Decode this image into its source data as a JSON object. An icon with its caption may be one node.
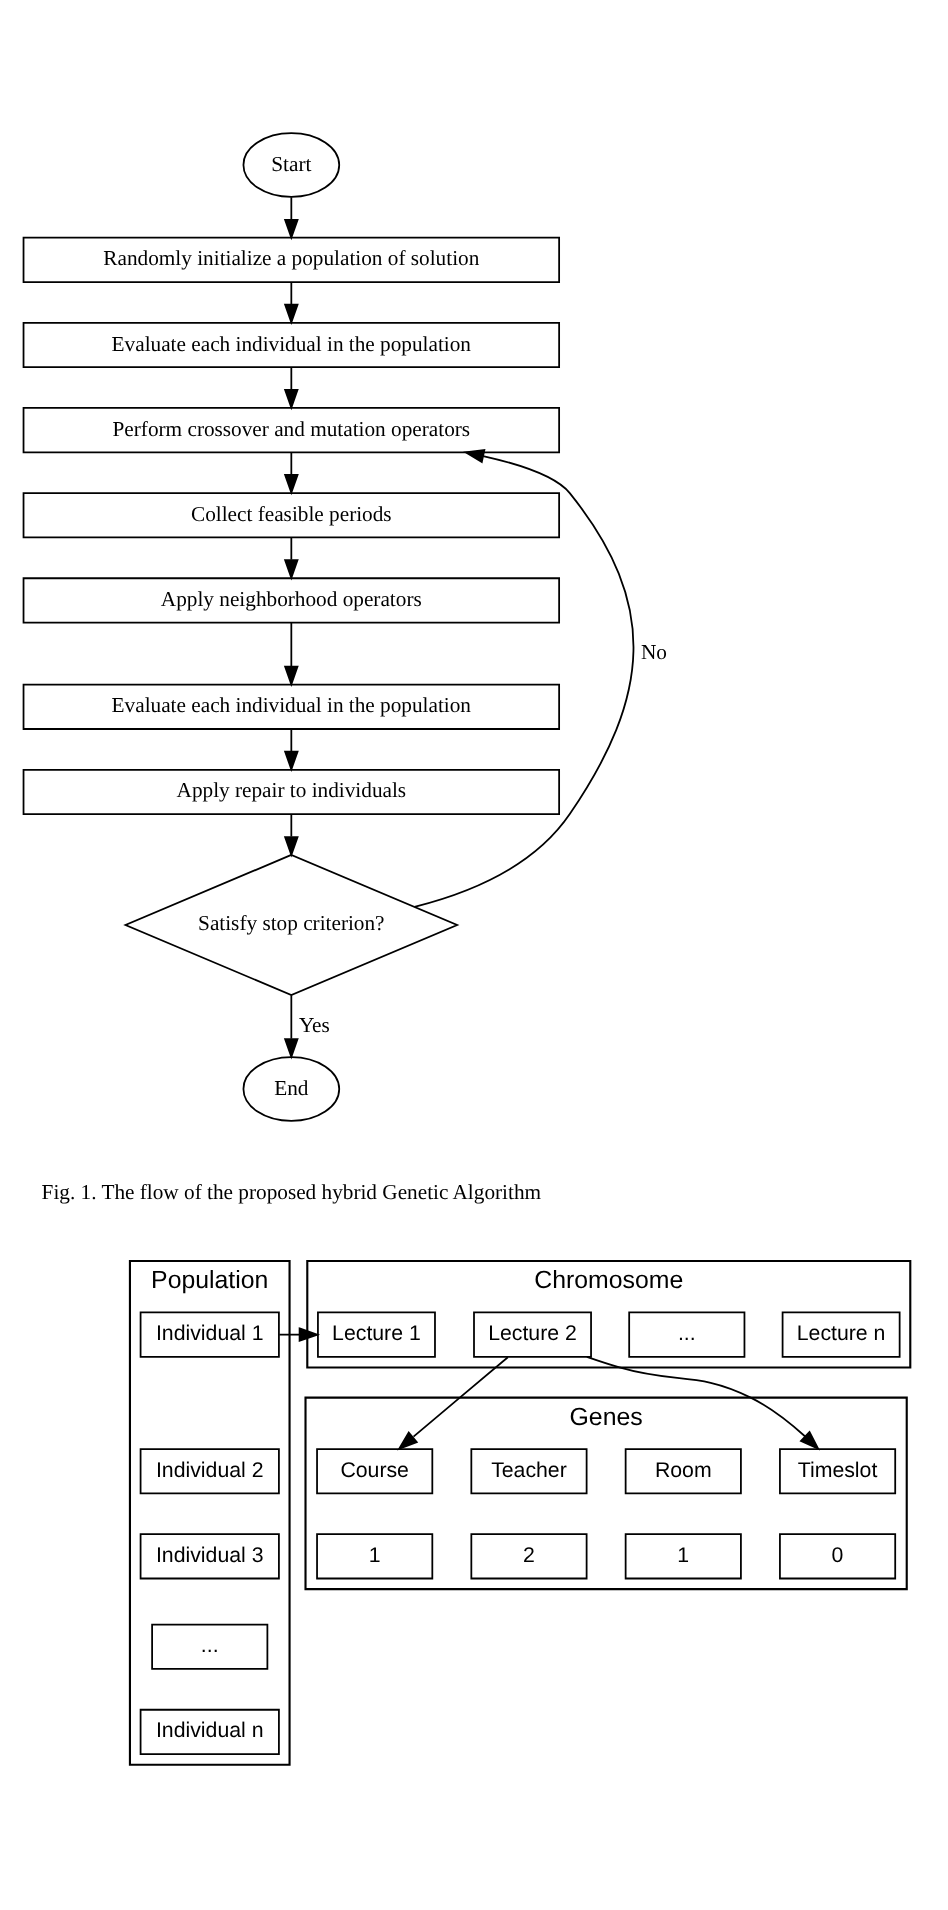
{
  "diagram": {
    "nodes": [
      {
        "text": [
          "Start"
        ]
      },
      {
        "text": [
          "Randomly initialize a population of solution"
        ]
      },
      {
        "text": [
          "Evaluate each individual in the population"
        ]
      },
      {
        "text": [
          "Perform crossover and mutation operators"
        ]
      },
      {
        "text": [
          "Collect feasible periods"
        ]
      },
      {
        "text": [
          "Apply neighborhood operators"
        ]
      },
      {
        "text": [
          "Evaluate each individual in the population"
        ]
      },
      {
        "text": [
          "Apply repair to individuals"
        ]
      },
      {
        "text": [
          "Satisfy stop criterion?"
        ]
      },
      {
        "text": [
          "End"
        ]
      },
      {
        "text": [
          "Population"
        ]
      },
      {
        "text": [
          "Individual 1"
        ],
        "in": 10
      },
      {
        "text": [
          "Individual 2"
        ],
        "in": 10
      },
      {
        "text": [
          "Individual 3"
        ],
        "in": 10
      },
      {
        "text": [
          "..."
        ],
        "in": 10
      },
      {
        "text": [
          "Individual n"
        ],
        "in": 10
      },
      {
        "text": [
          "Chromosome"
        ]
      },
      {
        "text": [
          "Lecture 1"
        ],
        "in": 16
      },
      {
        "text": [
          "Lecture 2"
        ],
        "in": 16
      },
      {
        "text": [
          "..."
        ],
        "in": 16
      },
      {
        "text": [
          "Lecture n"
        ],
        "in": 16
      },
      {
        "text": [
          "Genes"
        ]
      },
      {
        "text": [
          "Course"
        ],
        "in": 21
      },
      {
        "text": [
          "Teacher"
        ],
        "in": 21
      },
      {
        "text": [
          "Room"
        ],
        "in": 21
      },
      {
        "text": [
          "Timeslot"
        ],
        "in": 21
      },
      {
        "text": [
          "1"
        ],
        "in": 21
      },
      {
        "text": [
          "2"
        ],
        "in": 21
      },
      {
        "text": [
          "1"
        ],
        "in": 21
      },
      {
        "text": [
          "0"
        ],
        "in": 21
      }
    ],
    "edges": [
      {
        "from": 0,
        "to": 1,
        "arrow": "to"
      },
      {
        "from": 1,
        "to": 2,
        "arrow": "to"
      },
      {
        "from": 2,
        "to": 3,
        "arrow": "to"
      },
      {
        "from": 3,
        "to": 4,
        "arrow": "to"
      },
      {
        "from": 4,
        "to": 5,
        "arrow": "to"
      },
      {
        "from": 5,
        "to": 6,
        "arrow": "to"
      },
      {
        "from": 6,
        "to": 7,
        "arrow": "to"
      },
      {
        "from": 7,
        "to": 8,
        "arrow": "to"
      },
      {
        "from": 8,
        "to": 3,
        "arrow": "to",
        "label": "No"
      },
      {
        "from": 8,
        "to": 9,
        "arrow": "to",
        "label": "Yes"
      },
      {
        "from": 11,
        "to": 17,
        "arrow": "to"
      },
      {
        "from": 18,
        "to": 22,
        "arrow": "to"
      },
      {
        "from": 18,
        "to": 25,
        "arrow": "to"
      }
    ],
    "labels": [
      "Fig. 1. The flow of the proposed hybrid Genetic Algorithm"
    ]
  }
}
